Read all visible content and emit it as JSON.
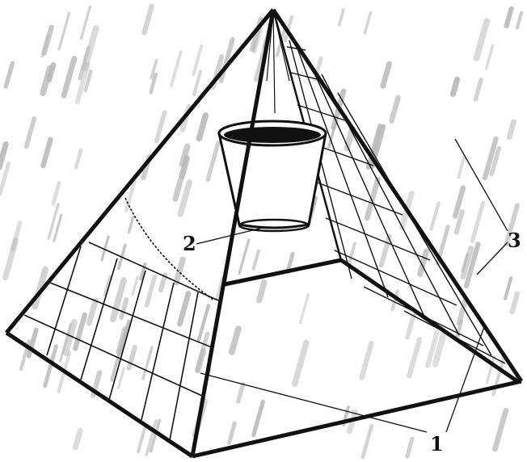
{
  "figure": {
    "labels": {
      "part_1": "1",
      "part_2": "2",
      "part_3": "3"
    }
  },
  "colors": {
    "ink": "#111111",
    "rain": "#b8b8b8",
    "water": "#111111",
    "background": "#ffffff"
  },
  "icons": {
    "pyramid": "pyramid-frame-icon",
    "bucket": "bucket-icon",
    "rain": "rain-streaks-icon"
  }
}
